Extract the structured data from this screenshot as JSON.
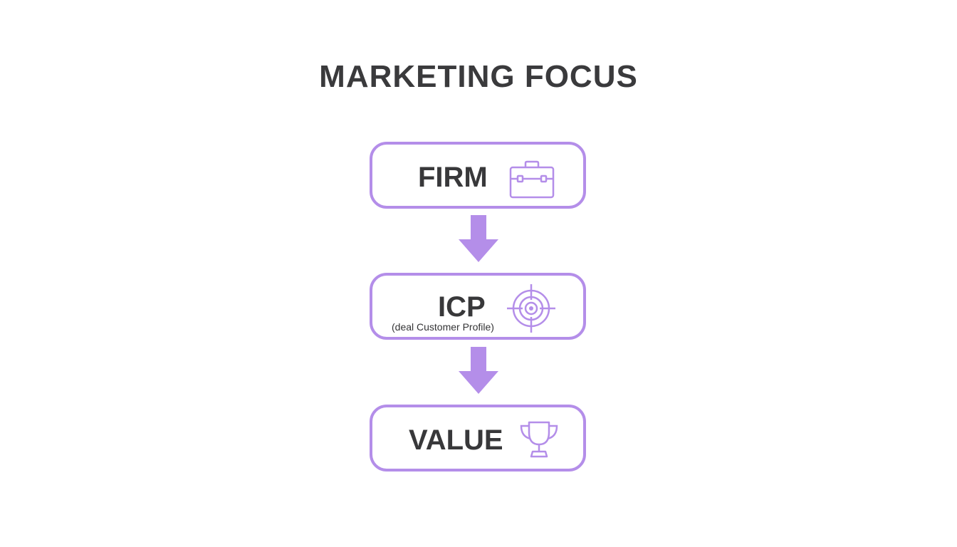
{
  "title": "MARKETING FOCUS",
  "colors": {
    "accent": "#b48ee9",
    "text": "#38383a",
    "background": "#ffffff"
  },
  "steps": [
    {
      "label": "FIRM",
      "icon": "briefcase-icon"
    },
    {
      "label": "ICP",
      "sublabel": "(deal Customer Profile)",
      "icon": "target-icon"
    },
    {
      "label": "VALUE",
      "icon": "trophy-icon"
    }
  ],
  "connectors": [
    "arrow-down-icon",
    "arrow-down-icon"
  ]
}
